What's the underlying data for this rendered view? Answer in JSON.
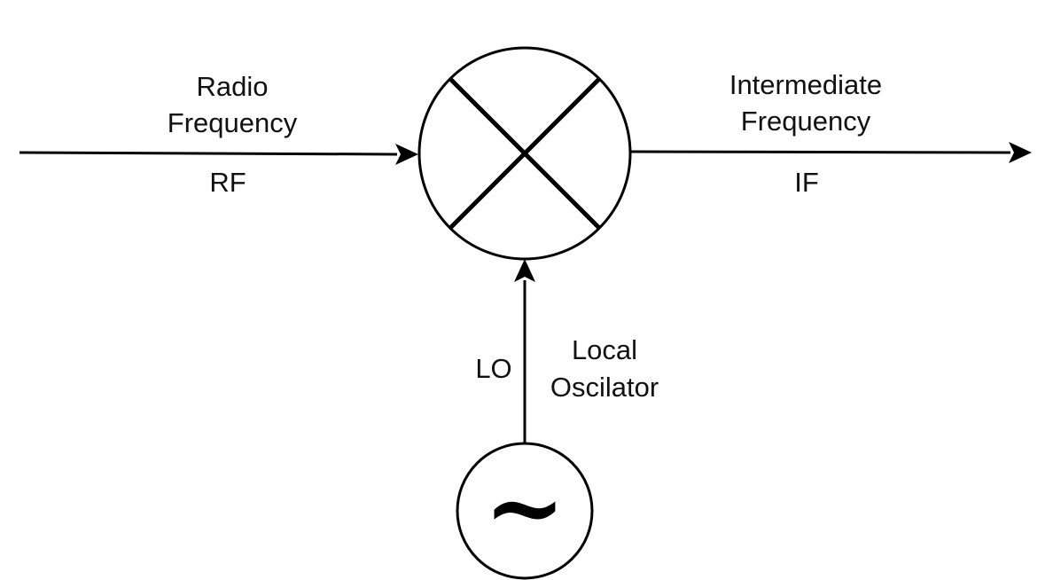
{
  "diagram": {
    "rf": {
      "line1": "Radio",
      "line2": "Frequency",
      "abbr": "RF"
    },
    "if_out": {
      "line1": "Intermediate",
      "line2": "Frequency",
      "abbr": "IF"
    },
    "lo": {
      "abbr": "LO",
      "line1": "Local",
      "line2": "Oscilator"
    },
    "oscillator_symbol": "~",
    "stroke_color": "#000000",
    "text_color": "#111111"
  }
}
